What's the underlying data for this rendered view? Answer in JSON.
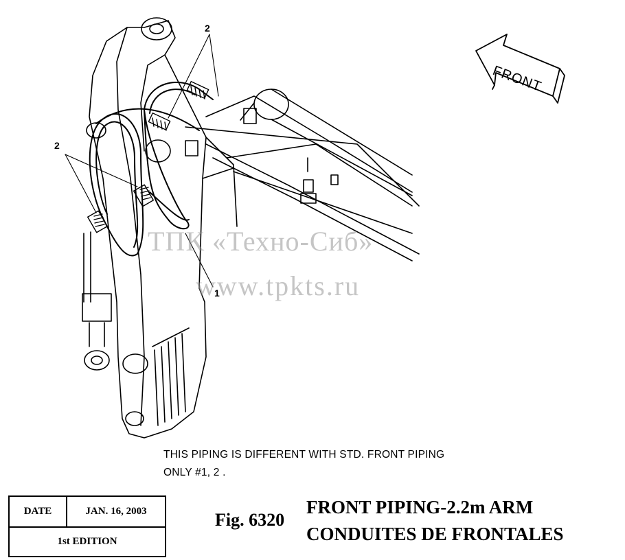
{
  "diagram": {
    "callouts": [
      "2",
      "2",
      "1"
    ],
    "front_label": "FRONT",
    "watermark": [
      "ТПК «Техно-Сиб»",
      "www.tpkts.ru"
    ]
  },
  "note": {
    "line1": "THIS PIPING IS DIFFERENT WITH STD. FRONT PIPING",
    "line2": "ONLY #1, 2 ."
  },
  "info": {
    "date_label": "DATE",
    "date_value": "JAN. 16, 2003",
    "edition": "1st EDITION"
  },
  "figure": {
    "number": "Fig. 6320",
    "title_en": "FRONT PIPING-2.2m ARM",
    "title_fr": "CONDUITES DE FRONTALES"
  }
}
